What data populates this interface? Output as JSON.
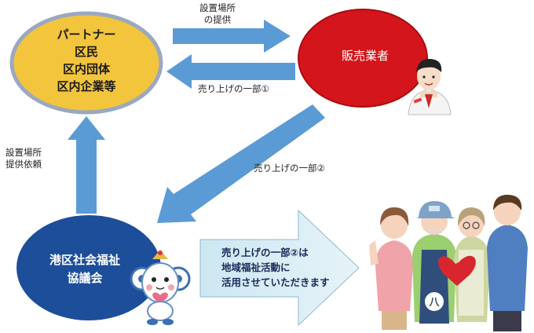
{
  "partner": {
    "lines": [
      "パートナー",
      "区民",
      "区内団体",
      "区内企業等"
    ]
  },
  "seller": {
    "label": "販売業者"
  },
  "council": {
    "lines": [
      "港区社会福祉",
      "協議会"
    ]
  },
  "flows": {
    "location_provision": [
      "設置場所",
      "の提供"
    ],
    "profit_part1": "売り上げの一部①",
    "profit_part2": "売り上げの一部②",
    "location_request": [
      "設置場所",
      "提供依頼"
    ]
  },
  "big_arrow": {
    "lines": [
      "売り上げの一部②は",
      "地域福祉活動に",
      "活用させていただきます"
    ]
  },
  "colors": {
    "partner_fill": "#f2c53d",
    "partner_stroke": "#9aa8c0",
    "seller_fill": "#d4151b",
    "council_fill": "#1d4e9a",
    "arrow_blue": "#5b9bd5",
    "big_arrow_fill": "#d6ecf5"
  }
}
